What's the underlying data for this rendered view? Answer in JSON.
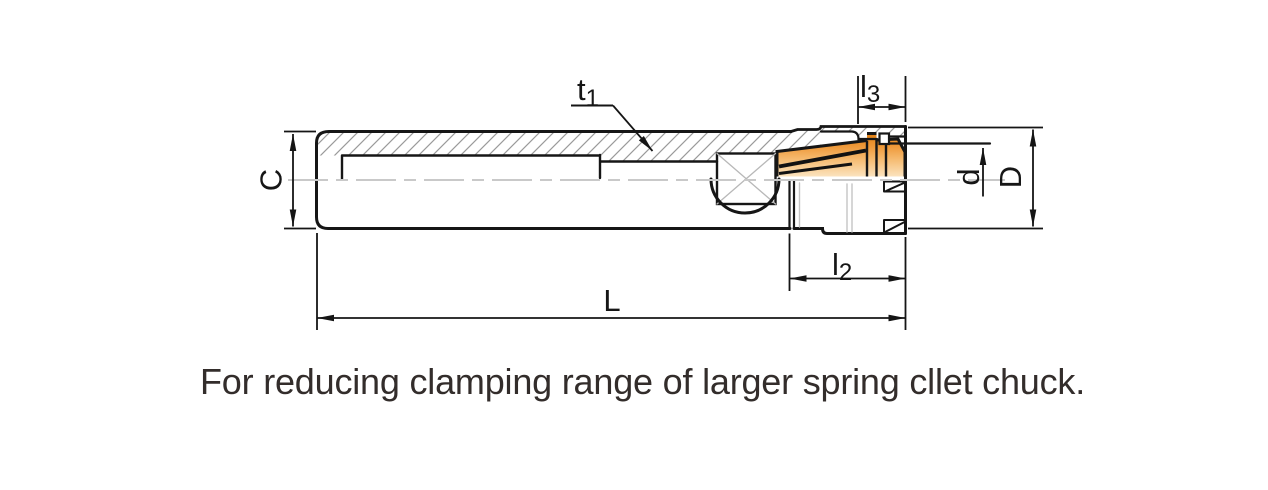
{
  "caption": {
    "text": "For reducing clamping range of larger spring cllet chuck."
  },
  "drawing": {
    "type": "technical-cross-section",
    "subject": "collet-reduction-sleeve",
    "dimension_labels": {
      "C": "C",
      "L": "L",
      "d": "d",
      "D": "D",
      "t_main": "t",
      "t_sub": "1",
      "l2_main": "l",
      "l2_sub": "2",
      "l3_main": "l",
      "l3_sub": "3"
    },
    "colors": {
      "line": "#161616",
      "hatch": "#9a9a9a",
      "centerline": "#c9c9c9",
      "collet_orange_top": "#e07f12",
      "collet_orange_bottom": "#fbe3be",
      "caption_text": "#332d2b"
    }
  }
}
